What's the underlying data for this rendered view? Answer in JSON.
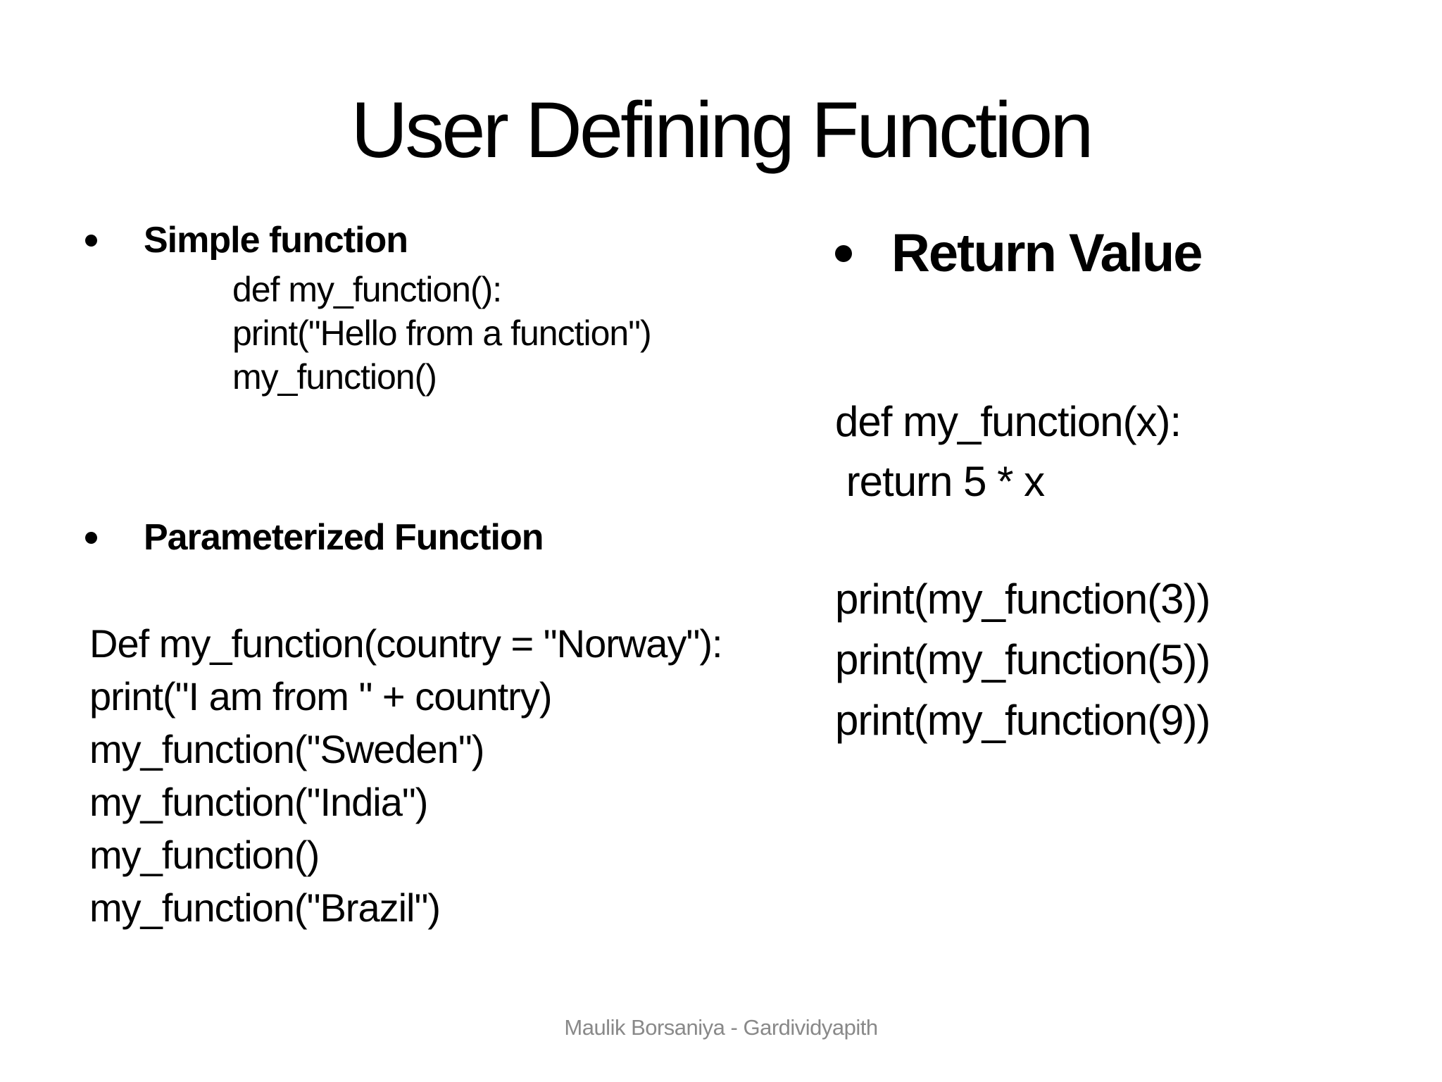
{
  "slide": {
    "title": "User Defining Function",
    "sections": {
      "simple": {
        "heading": "Simple function",
        "code": [
          "def my_function():",
          "print(\"Hello from a function\")",
          "my_function()"
        ]
      },
      "parameterized": {
        "heading": "Parameterized Function",
        "code": [
          "Def my_function(country = \"Norway\"):",
          "print(\"I am from \" + country)",
          "my_function(\"Sweden\")",
          "my_function(\"India\")",
          "my_function()",
          "my_function(\"Brazil\")"
        ]
      },
      "return_value": {
        "heading": "Return Value",
        "code_definition": [
          "def my_function(x):",
          " return 5 * x"
        ],
        "code_calls": [
          "print(my_function(3))",
          "print(my_function(5))",
          "print(my_function(9))"
        ]
      }
    },
    "footer": "Maulik Borsaniya - Gardividyapith",
    "colors": {
      "background": "#ffffff",
      "text": "#000000",
      "footer_text": "#898989"
    }
  }
}
